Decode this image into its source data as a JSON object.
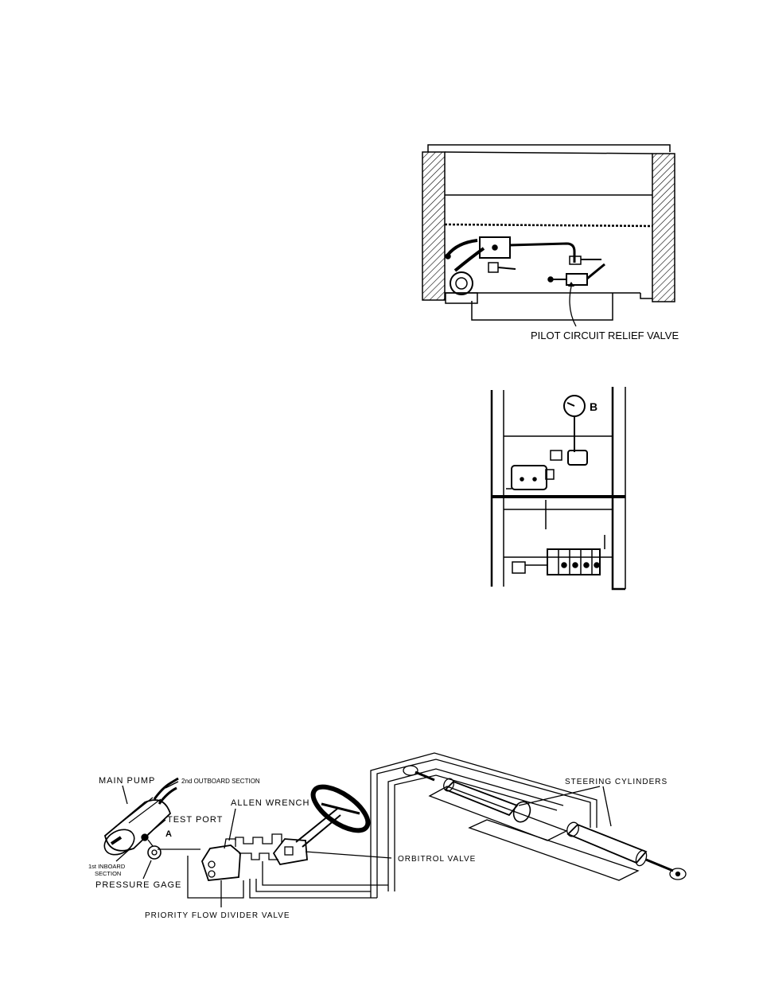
{
  "figure1": {
    "labels": {
      "pilot_relief": "PILOT CIRCUIT RELIEF VALVE"
    }
  },
  "figure2": {
    "labels": {
      "gage_b": "B"
    }
  },
  "figure3": {
    "labels": {
      "main_pump": "MAIN PUMP",
      "outboard": "2nd OUTBOARD SECTION",
      "test_port": "TEST PORT",
      "port_a": "A",
      "inboard_line1": "1st INBOARD",
      "inboard_line2": "SECTION",
      "pressure_gage": "PRESSURE GAGE",
      "allen_wrench": "ALLEN WRENCH",
      "orbitrol": "ORBITROL VALVE",
      "steering_cyl": "STEERING CYLINDERS",
      "priority": "PRIORITY FLOW DIVIDER VALVE"
    }
  }
}
